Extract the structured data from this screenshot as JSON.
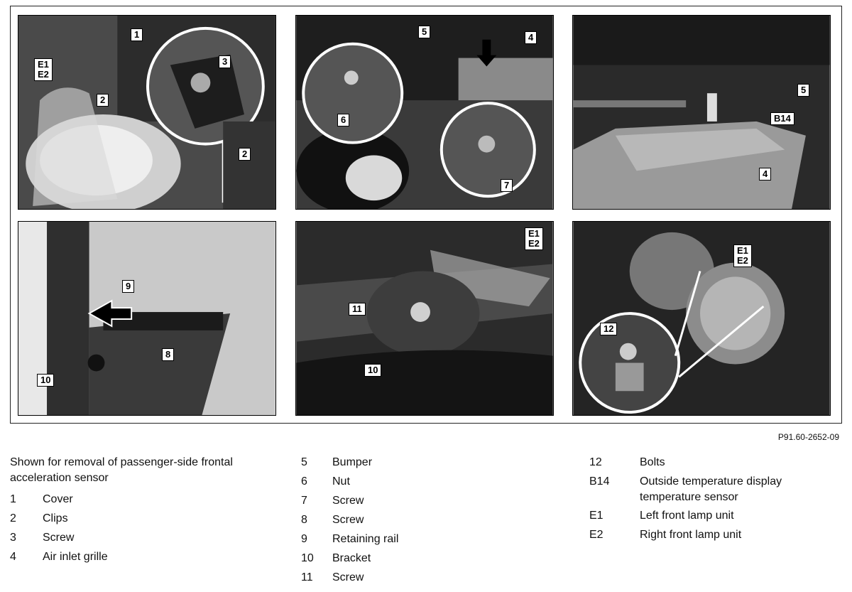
{
  "figure": {
    "ref_code": "P91.60-2652-09",
    "panels": [
      {
        "callouts": [
          "1",
          "E1\nE2",
          "3",
          "2",
          "2"
        ]
      },
      {
        "callouts": [
          "5",
          "4",
          "6",
          "7"
        ]
      },
      {
        "callouts": [
          "5",
          "B14",
          "4"
        ]
      },
      {
        "callouts": [
          "9",
          "10",
          "8"
        ]
      },
      {
        "callouts": [
          "E1\nE2",
          "11",
          "10"
        ]
      },
      {
        "callouts": [
          "E1\nE2",
          "12"
        ]
      }
    ]
  },
  "caption": "Shown for removal of passenger-side frontal acceleration sensor",
  "legend": {
    "col1": [
      {
        "num": "1",
        "text": "Cover"
      },
      {
        "num": "2",
        "text": "Clips"
      },
      {
        "num": "3",
        "text": "Screw"
      },
      {
        "num": "4",
        "text": "Air inlet grille"
      }
    ],
    "col2": [
      {
        "num": "5",
        "text": "Bumper"
      },
      {
        "num": "6",
        "text": "Nut"
      },
      {
        "num": "7",
        "text": "Screw"
      },
      {
        "num": "8",
        "text": "Screw"
      },
      {
        "num": "9",
        "text": "Retaining rail"
      },
      {
        "num": "10",
        "text": "Bracket"
      },
      {
        "num": "11",
        "text": "Screw"
      }
    ],
    "col3": [
      {
        "num": "12",
        "text": "Bolts"
      },
      {
        "num": "B14",
        "text": "Outside temperature display temperature sensor"
      },
      {
        "num": "E1",
        "text": "Left front lamp unit"
      },
      {
        "num": "E2",
        "text": "Right front lamp unit"
      }
    ]
  }
}
